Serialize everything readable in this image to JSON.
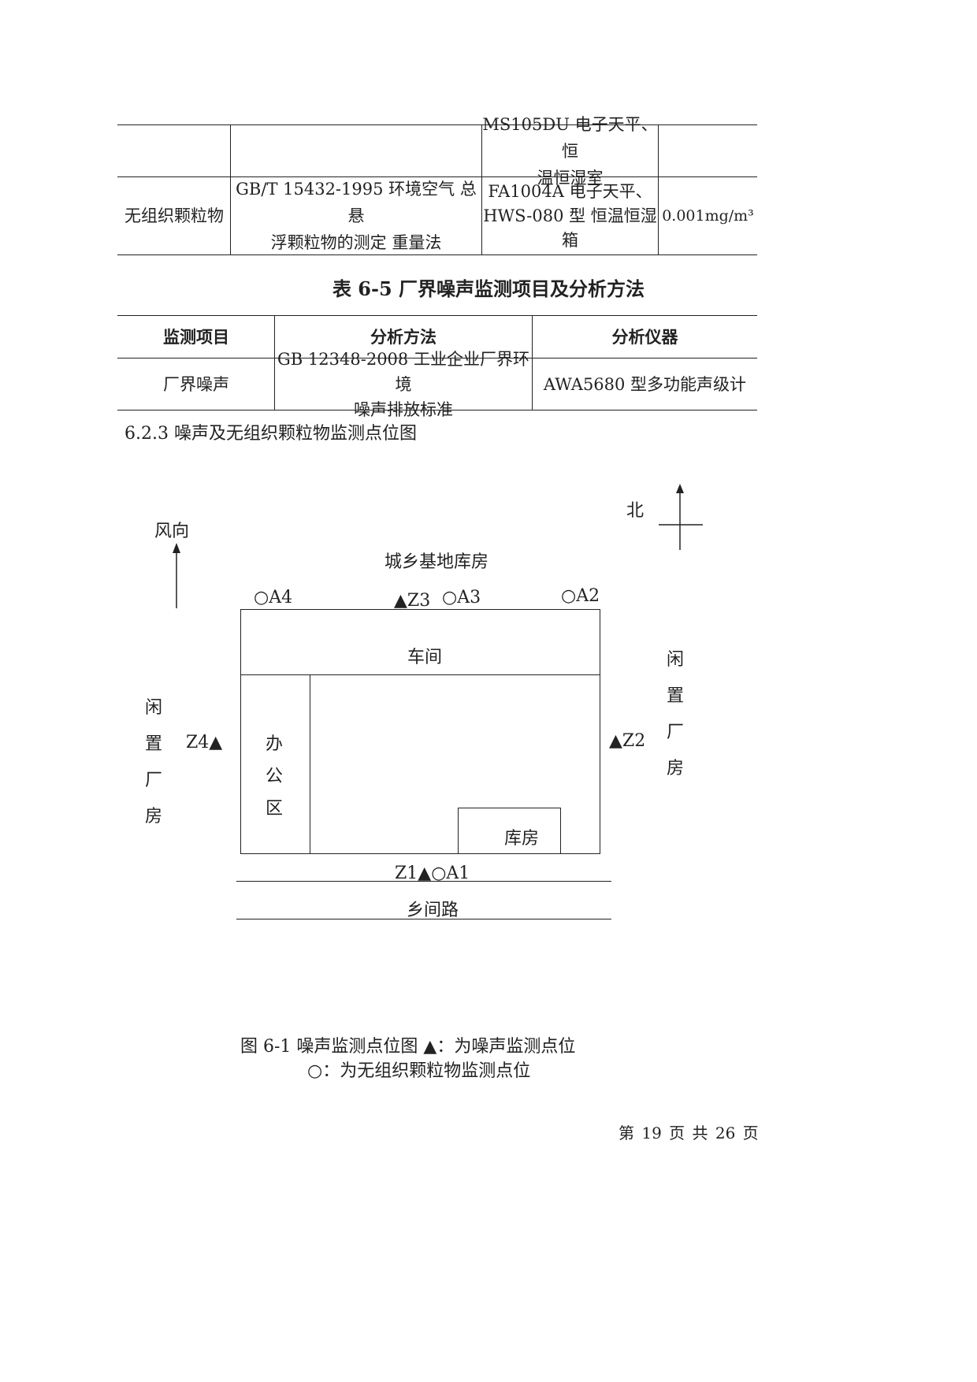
{
  "table_top": {
    "rows": [
      {
        "item": "",
        "method": "",
        "instrument": "MS105DU 电子天平、恒温恒湿室",
        "limit": ""
      },
      {
        "item": "无组织颗粒物",
        "method": "GB/T 15432-1995 环境空气 总悬浮颗粒物的测定 重量法",
        "instrument": "FA1004A 电子天平、HWS-080 型 恒温恒湿箱",
        "limit": "0.001mg/m³"
      }
    ],
    "row1_instrument_lines": [
      "MS105DU 电子天平、恒",
      "温恒湿室"
    ],
    "row2_method_lines": [
      "GB/T 15432-1995 环境空气 总悬",
      "浮颗粒物的测定 重量法"
    ],
    "row2_instrument_lines": [
      "FA1004A 电子天平、",
      "HWS-080 型 恒温恒湿",
      "箱"
    ]
  },
  "table65": {
    "caption": "表 6-5 厂界噪声监测项目及分析方法",
    "headers": [
      "监测项目",
      "分析方法",
      "分析仪器"
    ],
    "row": {
      "item": "厂界噪声",
      "method_lines": [
        "GB 12348-2008 工业企业厂界环境",
        "噪声排放标准"
      ],
      "instrument": "AWA5680 型多功能声级计"
    }
  },
  "section_title": "6.2.3 噪声及无组织颗粒物监测点位图",
  "diagram": {
    "north": "北",
    "wind": "风向",
    "top_building": "城乡基地库房",
    "workshop": "车间",
    "office": [
      "办",
      "公",
      "区"
    ],
    "warehouse": "库房",
    "idle_left": [
      "闲",
      "置",
      "厂",
      "房"
    ],
    "idle_right": [
      "闲",
      "置",
      "厂",
      "房"
    ],
    "points": {
      "a4": "○A4",
      "z3": "▲Z3",
      "a3": "○A3",
      "a2": "○A2",
      "z4": "Z4▲",
      "z2": "▲Z2",
      "z1a1": "Z1▲○A1"
    },
    "road": "乡间路"
  },
  "figure_caption": {
    "line1": "图 6-1 噪声监测点位图 ▲：为噪声监测点位",
    "line2": "○：为无组织颗粒物监测点位"
  },
  "page_number": "第 19 页 共 26 页"
}
